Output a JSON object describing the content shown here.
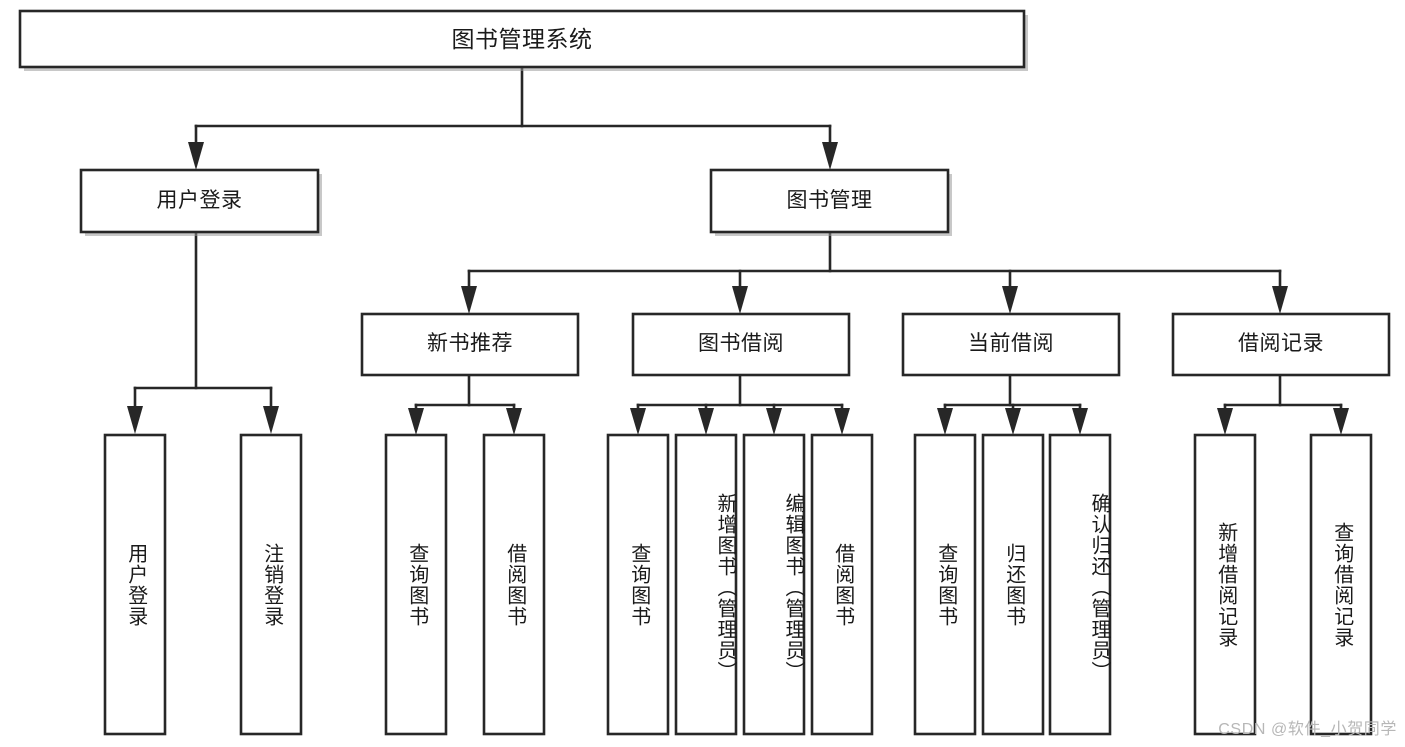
{
  "diagram": {
    "title": "图书管理系统",
    "type": "tree-hierarchy",
    "watermark": "CSDN @软件_小贺同学",
    "nodes": {
      "root": {
        "label": "图书管理系统",
        "level": 0
      },
      "user_login": {
        "label": "用户登录",
        "level": 1
      },
      "book_manage": {
        "label": "图书管理",
        "level": 1
      },
      "new_book_rec": {
        "label": "新书推荐",
        "level": 2
      },
      "book_borrow": {
        "label": "图书借阅",
        "level": 2
      },
      "current_borrow": {
        "label": "当前借阅",
        "level": 2
      },
      "borrow_record": {
        "label": "借阅记录",
        "level": 2
      },
      "leaf_user_login": {
        "label": "用户登录",
        "level": 3
      },
      "leaf_user_logout": {
        "label": "注销登录",
        "level": 3
      },
      "leaf_query_book_a": {
        "label": "查询图书",
        "level": 3
      },
      "leaf_borrow_book_a": {
        "label": "借阅图书",
        "level": 3
      },
      "leaf_query_book_b": {
        "label": "查询图书",
        "level": 3
      },
      "leaf_add_book": {
        "label": "新增图书（管理员）",
        "level": 3
      },
      "leaf_edit_book": {
        "label": "编辑图书（管理员）",
        "level": 3
      },
      "leaf_borrow_book_b": {
        "label": "借阅图书",
        "level": 3
      },
      "leaf_query_book_c": {
        "label": "查询图书",
        "level": 3
      },
      "leaf_return_book": {
        "label": "归还图书",
        "level": 3
      },
      "leaf_confirm_return": {
        "label": "确认归还（管理员）",
        "level": 3
      },
      "leaf_add_record": {
        "label": "新增借阅记录",
        "level": 3
      },
      "leaf_query_record": {
        "label": "查询借阅记录",
        "level": 3
      }
    },
    "edges": [
      {
        "from": "root",
        "to": "user_login"
      },
      {
        "from": "root",
        "to": "book_manage"
      },
      {
        "from": "book_manage",
        "to": "new_book_rec"
      },
      {
        "from": "book_manage",
        "to": "book_borrow"
      },
      {
        "from": "book_manage",
        "to": "current_borrow"
      },
      {
        "from": "book_manage",
        "to": "borrow_record"
      },
      {
        "from": "user_login",
        "to": "leaf_user_login"
      },
      {
        "from": "user_login",
        "to": "leaf_user_logout"
      },
      {
        "from": "new_book_rec",
        "to": "leaf_query_book_a"
      },
      {
        "from": "new_book_rec",
        "to": "leaf_borrow_book_a"
      },
      {
        "from": "book_borrow",
        "to": "leaf_query_book_b"
      },
      {
        "from": "book_borrow",
        "to": "leaf_add_book"
      },
      {
        "from": "book_borrow",
        "to": "leaf_edit_book"
      },
      {
        "from": "book_borrow",
        "to": "leaf_borrow_book_b"
      },
      {
        "from": "current_borrow",
        "to": "leaf_query_book_c"
      },
      {
        "from": "current_borrow",
        "to": "leaf_return_book"
      },
      {
        "from": "current_borrow",
        "to": "leaf_confirm_return"
      },
      {
        "from": "borrow_record",
        "to": "leaf_add_record"
      },
      {
        "from": "borrow_record",
        "to": "leaf_query_record"
      }
    ],
    "colors": {
      "box_fill": "#ffffff",
      "box_stroke": "#272727",
      "text": "#1a1a1a",
      "background": "#ffffff",
      "watermark": "#b7b7b7"
    }
  }
}
